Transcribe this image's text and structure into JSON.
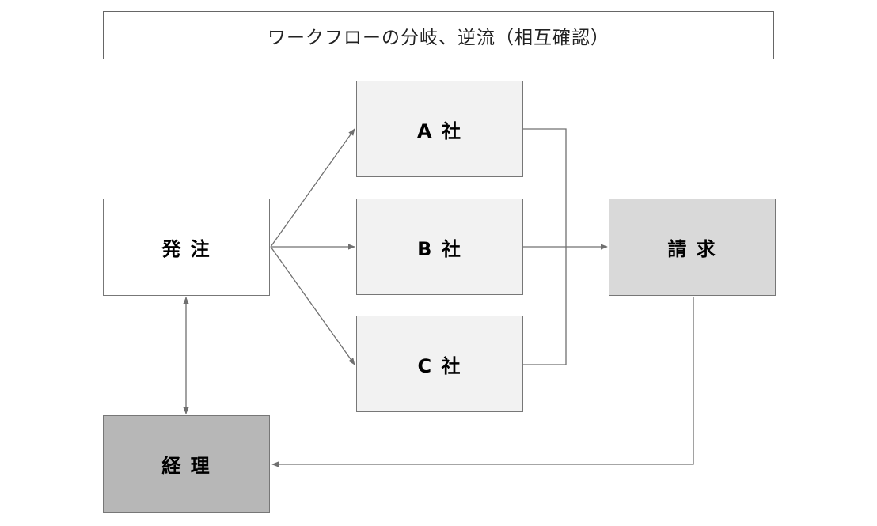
{
  "diagram": {
    "title": "ワークフローの分岐、逆流（相互確認）",
    "nodes": {
      "order": "発 注",
      "company_a": "A 社",
      "company_b": "B 社",
      "company_c": "C 社",
      "invoice": "請 求",
      "accounting": "経 理"
    },
    "colors": {
      "order_fill": "#ffffff",
      "company_fill": "#f2f2f2",
      "invoice_fill": "#d9d9d9",
      "accounting_fill": "#b7b7b7",
      "line": "#707070"
    }
  }
}
